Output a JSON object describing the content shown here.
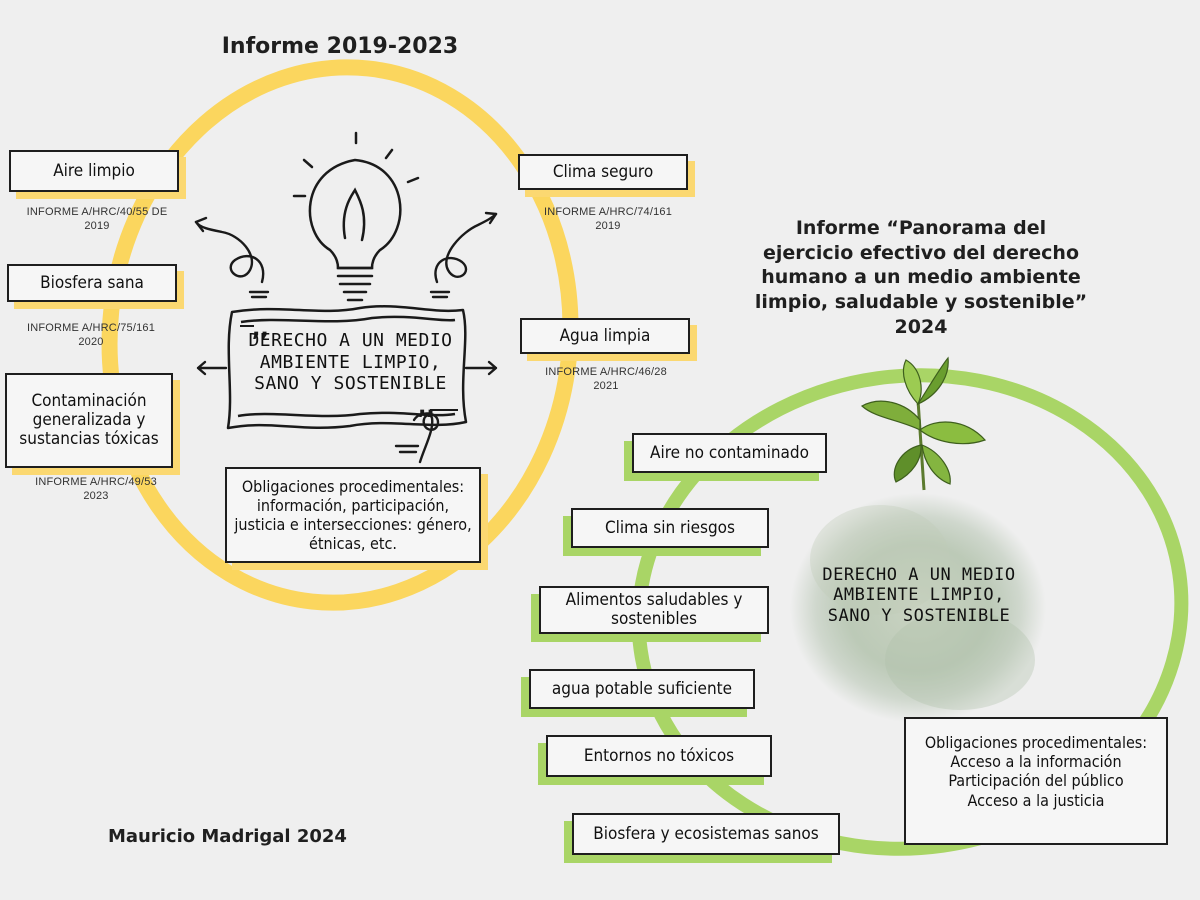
{
  "left": {
    "title": "Informe 2019-2023",
    "center": {
      "lines": [
        "DERECHO A UN MEDIO",
        "AMBIENTE LIMPIO,",
        "SANO Y SOSTENIBLE"
      ]
    },
    "topics": [
      {
        "label": "Aire limpio",
        "citation": [
          "INFORME A/HRC/40/55 DE",
          "2019"
        ]
      },
      {
        "label": "Biosfera sana",
        "citation": [
          "INFORME A/HRC/75/161",
          "2020"
        ]
      },
      {
        "label": "Contaminación generalizada y sustancias tóxicas",
        "citation": [
          "INFORME A/HRC/49/53",
          "2023"
        ]
      },
      {
        "label": "Clima seguro",
        "citation": [
          "INFORME A/HRC/74/161",
          "2019"
        ]
      },
      {
        "label": "Agua limpia",
        "citation": [
          "INFORME A/HRC/46/28",
          "2021"
        ]
      }
    ],
    "obligations": [
      "Obligaciones procedimentales:",
      "información, participación,",
      "justicia e intersecciones: género,",
      "étnicas, etc."
    ]
  },
  "right": {
    "title_lines": [
      "Informe “Panorama del",
      "ejercicio efectivo del derecho",
      "humano a un medio ambiente",
      "limpio, saludable y sostenible”",
      "2024"
    ],
    "center": {
      "lines": [
        "DERECHO A UN MEDIO",
        "AMBIENTE LIMPIO,",
        "SANO Y SOSTENIBLE"
      ]
    },
    "topics": [
      "Aire no contaminado",
      "Clima sin riesgos",
      "Alimentos saludables y sostenibles",
      "agua potable suficiente",
      "Entornos no tóxicos",
      "Biosfera y ecosistemas sanos"
    ],
    "obligations": [
      "Obligaciones procedimentales:",
      "Acceso a la información",
      "Participación del público",
      "Acceso a la justicia"
    ]
  },
  "author": "Mauricio Madrigal 2024",
  "colors": {
    "yellow_ring": "#fbd65e",
    "green_ring": "#a9d566",
    "background": "#efefef"
  },
  "icons": [
    "lightbulb-icon",
    "plant-sprout-icon",
    "curly-arrow-icon"
  ]
}
